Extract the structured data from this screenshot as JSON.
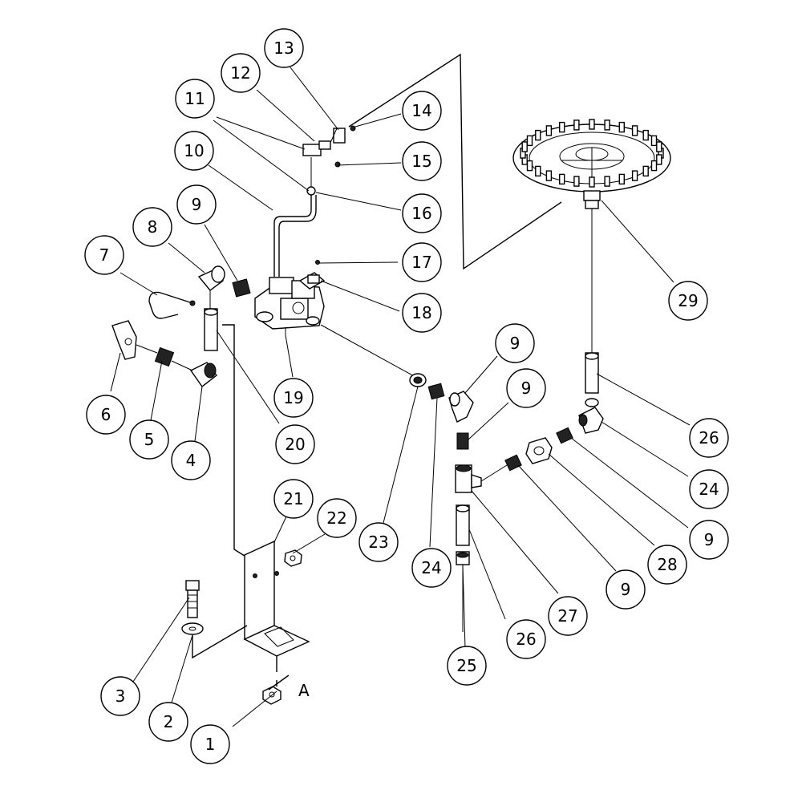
{
  "diagram": {
    "callouts": [
      {
        "label": "1"
      },
      {
        "label": "2"
      },
      {
        "label": "3"
      },
      {
        "label": "4"
      },
      {
        "label": "5"
      },
      {
        "label": "6"
      },
      {
        "label": "7"
      },
      {
        "label": "8"
      },
      {
        "label": "9"
      },
      {
        "label": "10"
      },
      {
        "label": "11"
      },
      {
        "label": "12"
      },
      {
        "label": "13"
      },
      {
        "label": "14"
      },
      {
        "label": "15"
      },
      {
        "label": "16"
      },
      {
        "label": "17"
      },
      {
        "label": "18"
      },
      {
        "label": "19"
      },
      {
        "label": "20"
      },
      {
        "label": "21"
      },
      {
        "label": "22"
      },
      {
        "label": "23"
      },
      {
        "label": "24"
      },
      {
        "label": "9"
      },
      {
        "label": "26"
      },
      {
        "label": "24"
      },
      {
        "label": "9"
      },
      {
        "label": "28"
      },
      {
        "label": "9"
      },
      {
        "label": "27"
      },
      {
        "label": "26"
      },
      {
        "label": "25"
      },
      {
        "label": "9"
      },
      {
        "label": "29"
      }
    ],
    "section_marker": "A"
  }
}
